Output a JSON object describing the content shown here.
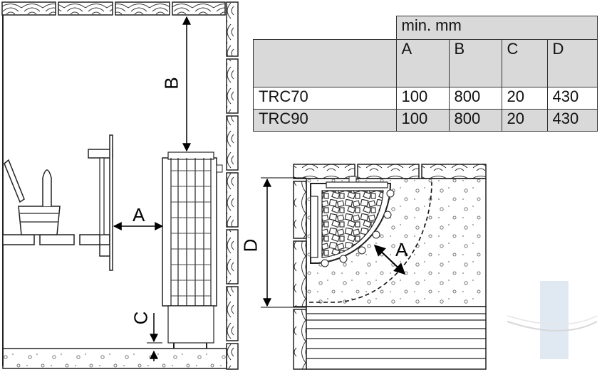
{
  "table": {
    "header_group": "min. mm",
    "columns": [
      "A",
      "B",
      "C",
      "D"
    ],
    "rows": [
      {
        "model": "TRC70",
        "values": [
          "100",
          "800",
          "20",
          "430"
        ]
      },
      {
        "model": "TRC90",
        "values": [
          "100",
          "800",
          "20",
          "430"
        ]
      }
    ]
  },
  "labels": {
    "side_a": "A",
    "side_b": "B",
    "side_c": "C",
    "top_d": "D",
    "top_a": "A"
  },
  "colors": {
    "line": "#222222",
    "table_shade": "#d9d9d9",
    "watermark": "#c8d8e8"
  }
}
